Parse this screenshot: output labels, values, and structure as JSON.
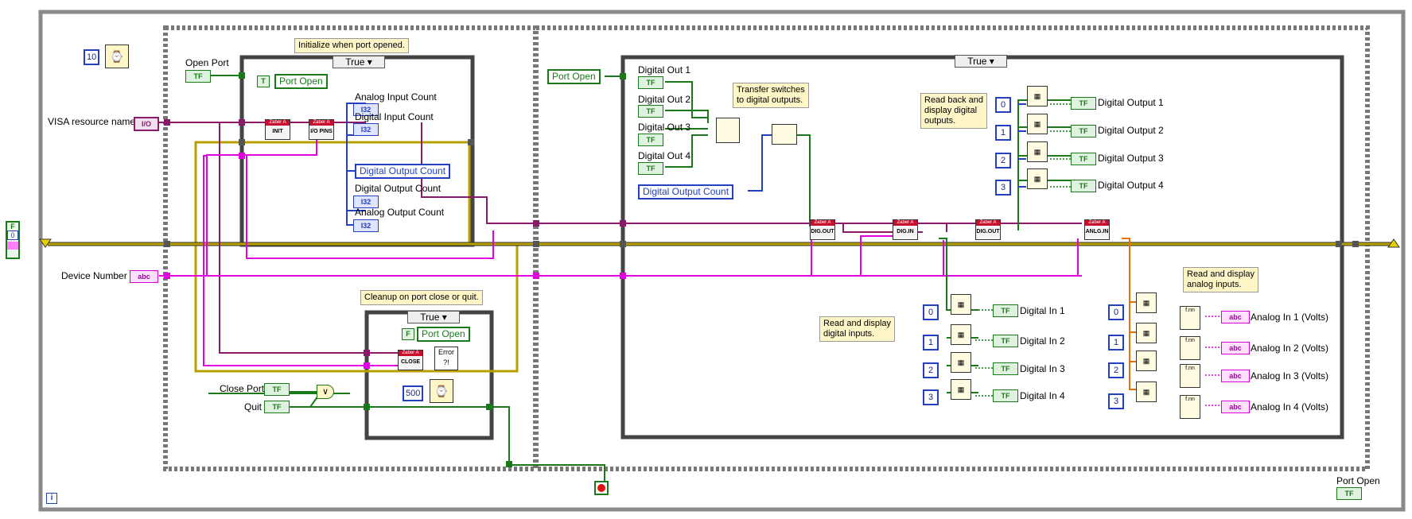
{
  "left_terminal": {
    "bool": "F",
    "num": "0"
  },
  "timing": {
    "loop_wait_ms": "10",
    "close_wait_ms": "500"
  },
  "controls": {
    "visa_label": "VISA resource name",
    "visa_type": "I/O",
    "device_label": "Device Number",
    "device_type": "abc",
    "open_port_label": "Open Port",
    "close_port_label": "Close Port",
    "quit_label": "Quit",
    "tf": "TF",
    "or_symbol": "∨",
    "error_icon_text": "Error ?!",
    "info_glyph": "i"
  },
  "initialize_case": {
    "comment": "Initialize when port opened.",
    "selector": "True ▾",
    "const_bool": "T",
    "local_port_open": "Port Open",
    "analog_input_count": "Analog Input Count",
    "digital_input_count": "Digital Input Count",
    "digital_output_count_local": "Digital Output Count",
    "digital_output_count": "Digital Output Count",
    "analog_output_count": "Analog Output Count",
    "i32": "I32",
    "vi_init": "INIT",
    "vi_io_pins": "I/O PINS",
    "vi_header": "Zaber A"
  },
  "cleanup_case": {
    "comment": "Cleanup on port close or quit.",
    "selector": "True ▾",
    "const_bool": "F",
    "local_port_open": "Port Open",
    "vi_close": "CLOSE"
  },
  "main_case": {
    "selector": "True ▾",
    "local_port_open": "Port Open",
    "local_digital_output_count": "Digital Output Count",
    "digital_out_labels": [
      "Digital Out 1",
      "Digital Out 2",
      "Digital Out 3",
      "Digital Out 4"
    ],
    "comment_transfer": "Transfer switches\nto digital outputs.",
    "comment_readback": "Read back and\ndisplay digital\noutputs.",
    "comment_digital_in": "Read and display\ndigital inputs.",
    "comment_analog_in": "Read and display\nanalog inputs.",
    "vi_dig_out": "DIG.OUT",
    "vi_dig_in": "DIG.IN",
    "vi_anlg_in": "ANLG.IN",
    "indices": [
      "0",
      "1",
      "2",
      "3"
    ],
    "digital_output_labels": [
      "Digital Output 1",
      "Digital Output 2",
      "Digital Output 3",
      "Digital Output 4"
    ],
    "digital_in_labels": [
      "Digital In 1",
      "Digital In 2",
      "Digital In 3",
      "Digital In 4"
    ],
    "analog_in_labels": [
      "Analog In 1 (Volts)",
      "Analog In 2 (Volts)",
      "Analog In 3 (Volts)",
      "Analog In 4 (Volts)"
    ],
    "string_type": "abc"
  },
  "port_open_indicator": {
    "label": "Port Open",
    "type": "TF"
  },
  "colors": {
    "error_wire": "#b8a000",
    "visa_wire": "#8b1a6b",
    "string_wire": "#e000e0",
    "bool_wire": "#1a7a1a",
    "int_wire": "#2340c0",
    "float_wire": "#e87000"
  }
}
